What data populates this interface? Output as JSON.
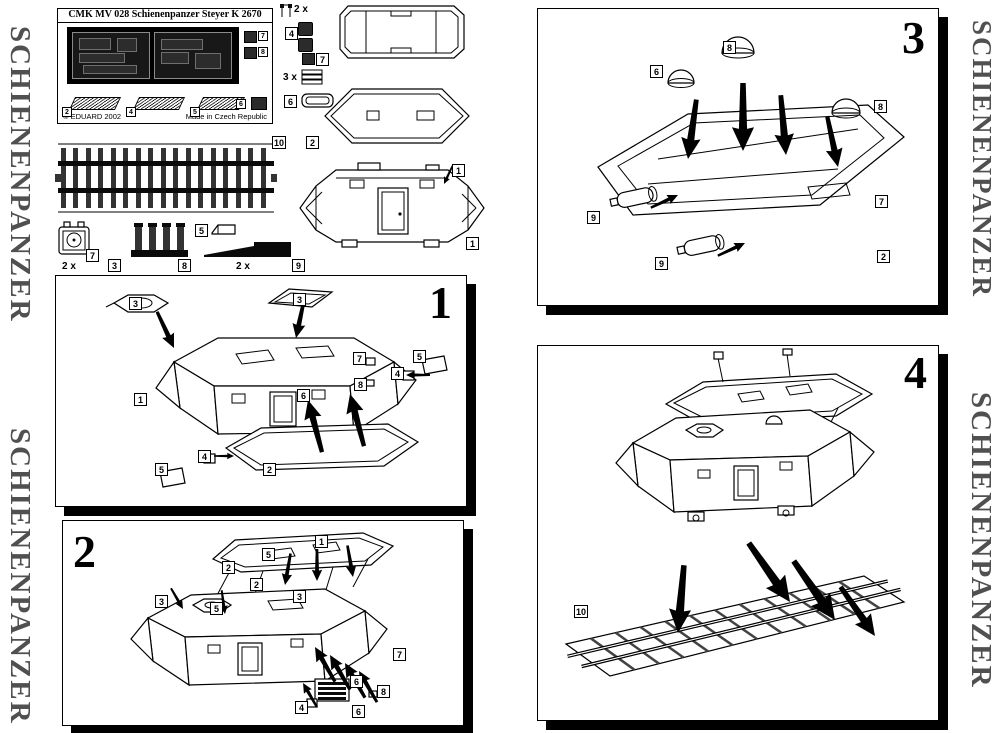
{
  "banner": {
    "text": "SCHIENENPANZER"
  },
  "title_block": {
    "title": "CMK MV 028  Schienenpanzer Steyer K 2670",
    "copyright": "© EDUARD 2002",
    "made_in": "Made in Czech Republic",
    "fret_part_badges": [
      "7",
      "8"
    ],
    "etched_part_badges": [
      "2",
      "4",
      "5",
      "6"
    ]
  },
  "parts_area": {
    "qty_clip": "2 x",
    "qty_stack": "3 x",
    "qty_periscope": "2 x",
    "qty_exhaust": "2 x",
    "badges": {
      "clip": "4",
      "roof_clip": "7",
      "vent": "6",
      "track": "10",
      "floor": "2",
      "periscope": "7",
      "comb": "3",
      "comb_pins": "8",
      "bracket": "5",
      "exhaust": "9",
      "body_top": "1",
      "body_bottom": "1"
    }
  },
  "steps": {
    "step1": {
      "number": "1",
      "badges": [
        "3",
        "3",
        "7",
        "5",
        "4",
        "8",
        "6",
        "1",
        "5",
        "4",
        "2"
      ]
    },
    "step2": {
      "number": "2",
      "badges": [
        "1",
        "5",
        "2",
        "2",
        "3",
        "5",
        "3",
        "7",
        "6",
        "8",
        "4",
        "6"
      ]
    },
    "step3": {
      "number": "3",
      "badges": [
        "8",
        "6",
        "8",
        "7",
        "9",
        "9",
        "2"
      ]
    },
    "step4": {
      "number": "4",
      "badges": [
        "10"
      ]
    }
  }
}
